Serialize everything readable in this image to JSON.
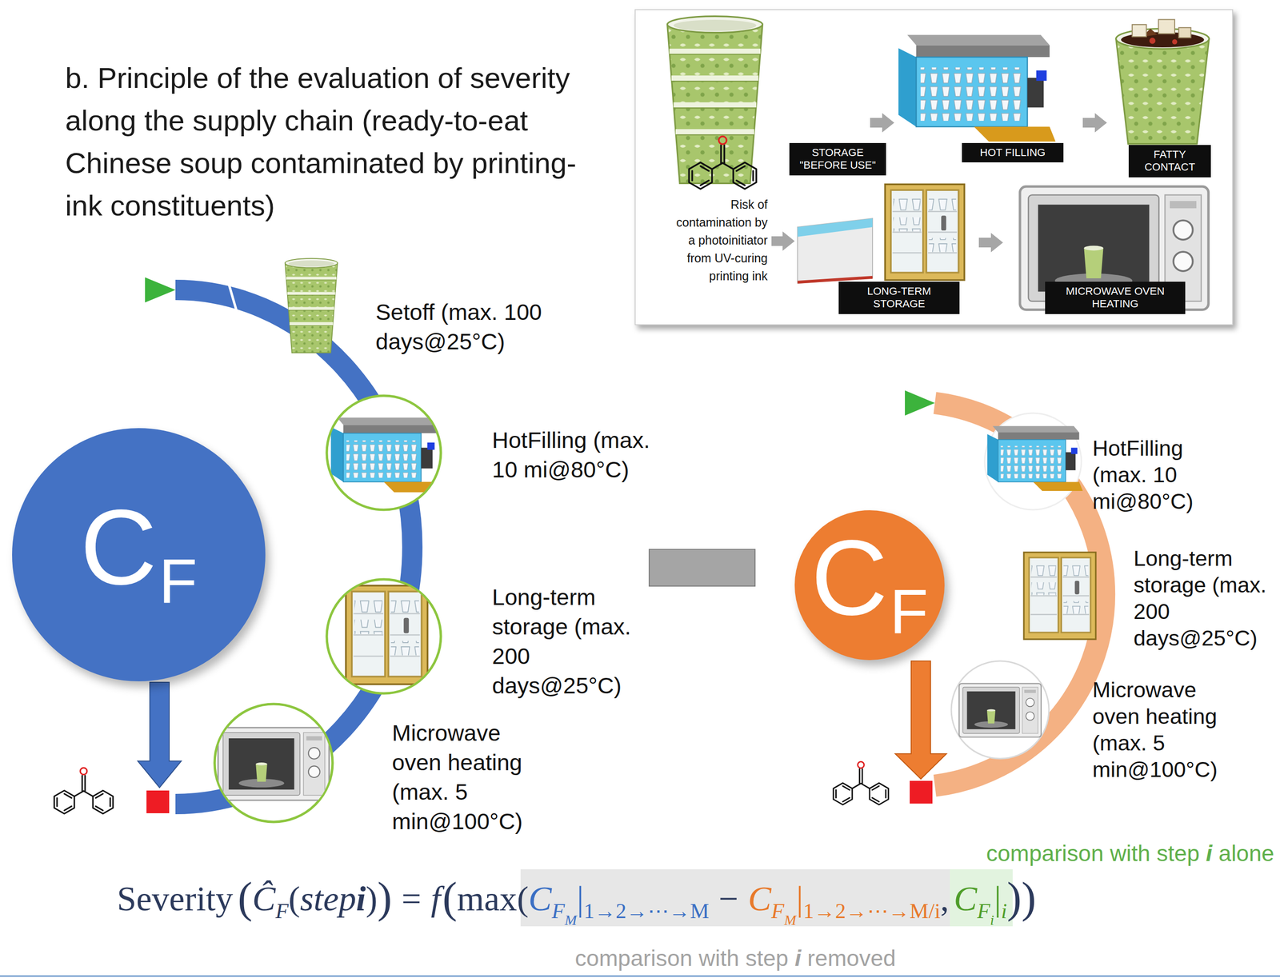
{
  "diagram": {
    "title": "b. Principle of the evaluation of severity along the supply chain (ready-to-eat Chinese soup contaminated by printing-ink constituents)",
    "nodes": [
      {
        "text": [
          "STORAGE \"BEFORE USE\""
        ]
      },
      {
        "text": [
          "HOT FILLING"
        ]
      },
      {
        "text": [
          "FATTY CONTACT"
        ]
      },
      {
        "text": [
          "LONG-TERM STORAGE"
        ]
      },
      {
        "text": [
          "MICROWAVE OVEN HEATING"
        ]
      },
      {
        "text": [
          "C",
          "F"
        ]
      },
      {
        "text": [
          "C",
          "F"
        ]
      }
    ],
    "labels": [
      "Risk of contamination by a photoinitiator from UV-curing printing ink",
      "Setoff (max. 100 days@25°C)",
      "HotFilling (max. 10 mi@80°C)",
      "Long-term storage (max. 200 days@25°C)",
      "Microwave oven heating (max. 5 min@100°C)",
      "HotFilling (max. 10 mi@80°C)",
      "Long-term storage (max. 200 days@25°C)",
      "Microwave oven heating (max. 5 min@100°C)",
      "comparison with step",
      "i",
      "alone",
      "Severity",
      "(",
      "Ĉ",
      "F",
      "(",
      "step",
      "i",
      ")",
      ")",
      "=",
      "f",
      "(",
      "max(",
      "C",
      "F",
      "M",
      "|",
      "1→2→⋯→M",
      "−",
      "C",
      "F",
      "M",
      "|",
      "1→2→⋯→M/i",
      ",",
      "C",
      "F",
      "i",
      "|",
      "i",
      "))",
      "comparison with step",
      "i",
      "removed"
    ]
  }
}
